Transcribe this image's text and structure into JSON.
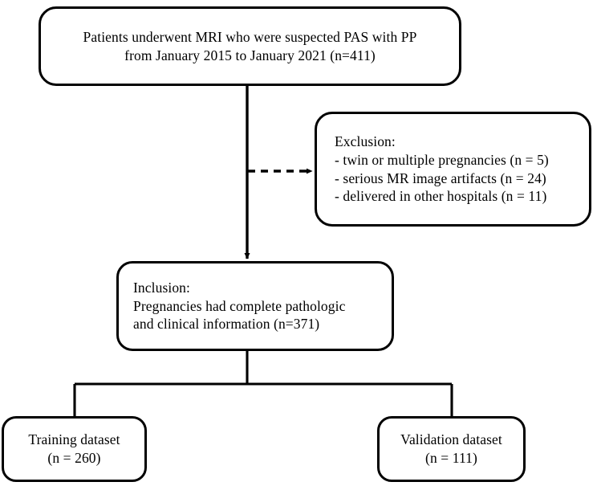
{
  "figure": {
    "type": "flowchart",
    "orientation": "top-to-bottom",
    "background_color": "#ffffff",
    "stroke_color": "#000000"
  },
  "nodes": {
    "source": {
      "name": "source-cohort",
      "lines": [
        "Patients underwent MRI who were suspected PAS with PP",
        "from January 2015 to January 2021 (n=411)"
      ],
      "count": 411,
      "align": "center"
    },
    "exclusion": {
      "name": "exclusion-criteria",
      "lines": [
        "Exclusion:",
        "- twin or multiple pregnancies (n = 5)",
        "- serious MR image artifacts (n = 24)",
        "- delivered in other hospitals (n = 11)"
      ],
      "counts": [
        5,
        24,
        11
      ],
      "align": "left"
    },
    "inclusion": {
      "name": "inclusion-criteria",
      "lines": [
        "Inclusion:",
        "Pregnancies had complete pathologic",
        "and clinical information (n=371)"
      ],
      "count": 371,
      "align": "left"
    },
    "training": {
      "name": "training-dataset",
      "lines": [
        "Training dataset",
        "(n = 260)"
      ],
      "count": 260,
      "align": "center"
    },
    "validation": {
      "name": "validation-dataset",
      "lines": [
        "Validation dataset",
        "(n = 111)"
      ],
      "count": 111,
      "align": "center"
    }
  },
  "connectors": {
    "source_to_inclusion": {
      "name": "arrow-source-to-inclusion",
      "style": "solid",
      "arrowhead": true
    },
    "inclusion_to_exclusion": {
      "name": "arrow-to-exclusion",
      "style": "dashed",
      "arrowhead": true
    },
    "split_to_datasets": {
      "name": "split-connector",
      "style": "solid",
      "arrowhead": false
    }
  }
}
